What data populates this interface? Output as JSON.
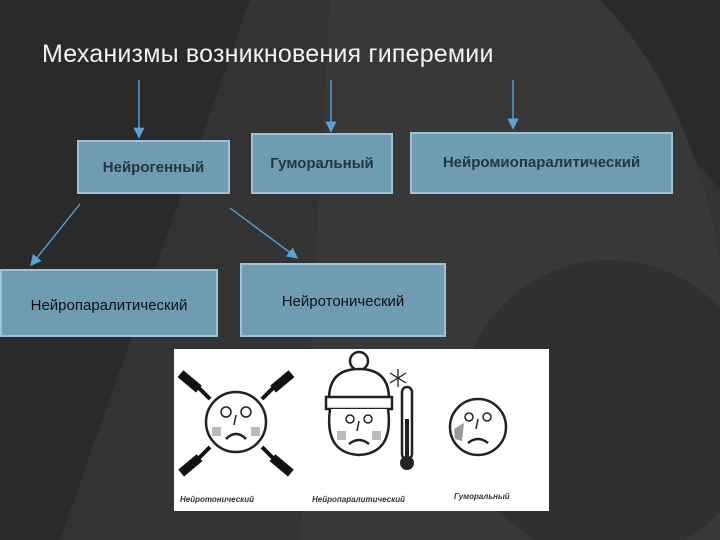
{
  "slide": {
    "title": "Механизмы возникновения гиперемии",
    "accent_color": "#6f9bb3",
    "background_color": "#2a2a2a"
  },
  "mechanisms": [
    {
      "label": "Нейрогенный"
    },
    {
      "label": "Гуморальный"
    },
    {
      "label": "Нейромиопаралитический"
    }
  ],
  "subtypes": [
    {
      "label": "Нейропаралитический"
    },
    {
      "label": "Нейротонический"
    }
  ],
  "illustration": {
    "captions": [
      "Нейротонический",
      "Нейропаралитический",
      "Гуморальный"
    ],
    "icons": [
      "neurotonic-face-with-electrodes-icon",
      "neuroparalytic-face-with-hat-icon",
      "thermometer-icon",
      "snowflake-icon",
      "humoral-face-icon"
    ]
  }
}
